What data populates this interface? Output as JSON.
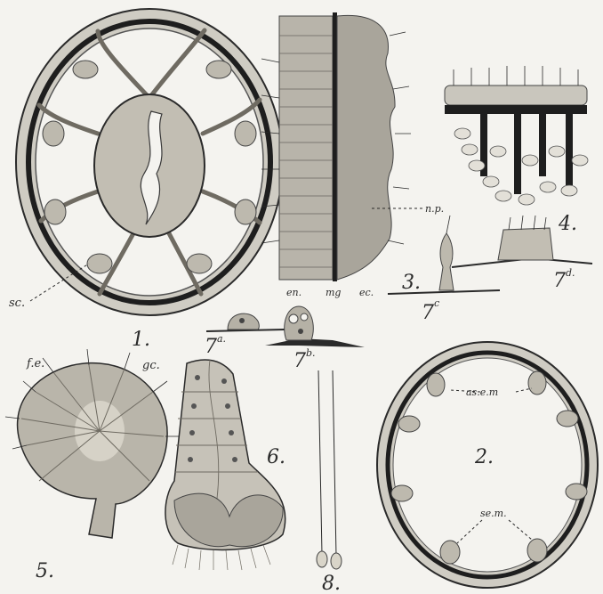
{
  "figures": {
    "fig1": {
      "number": "1.",
      "labels": {
        "sc": "sc."
      }
    },
    "fig2": {
      "number": "2.",
      "labels": {
        "asem": "as.e.m",
        "sem": "se.m."
      }
    },
    "fig3": {
      "number": "3.",
      "labels": {
        "np": "n.p.",
        "en": "en.",
        "mg": "mg",
        "ec": "ec."
      }
    },
    "fig4": {
      "number": "4."
    },
    "fig5": {
      "number": "5.",
      "labels": {
        "fe": "f.e.",
        "gc": "gc."
      }
    },
    "fig6": {
      "number": "6."
    },
    "fig7a": {
      "number": "7",
      "sup": "a."
    },
    "fig7b": {
      "number": "7",
      "sup": "b."
    },
    "fig7c": {
      "number": "7",
      "sup": "c"
    },
    "fig7d": {
      "number": "7",
      "sup": "d."
    },
    "fig8": {
      "number": "8."
    }
  },
  "colors": {
    "ink": "#2a2a2a",
    "tissue": "#c9c6bd",
    "tissue_dark": "#8e8a80",
    "paper": "#f4f3ef"
  }
}
